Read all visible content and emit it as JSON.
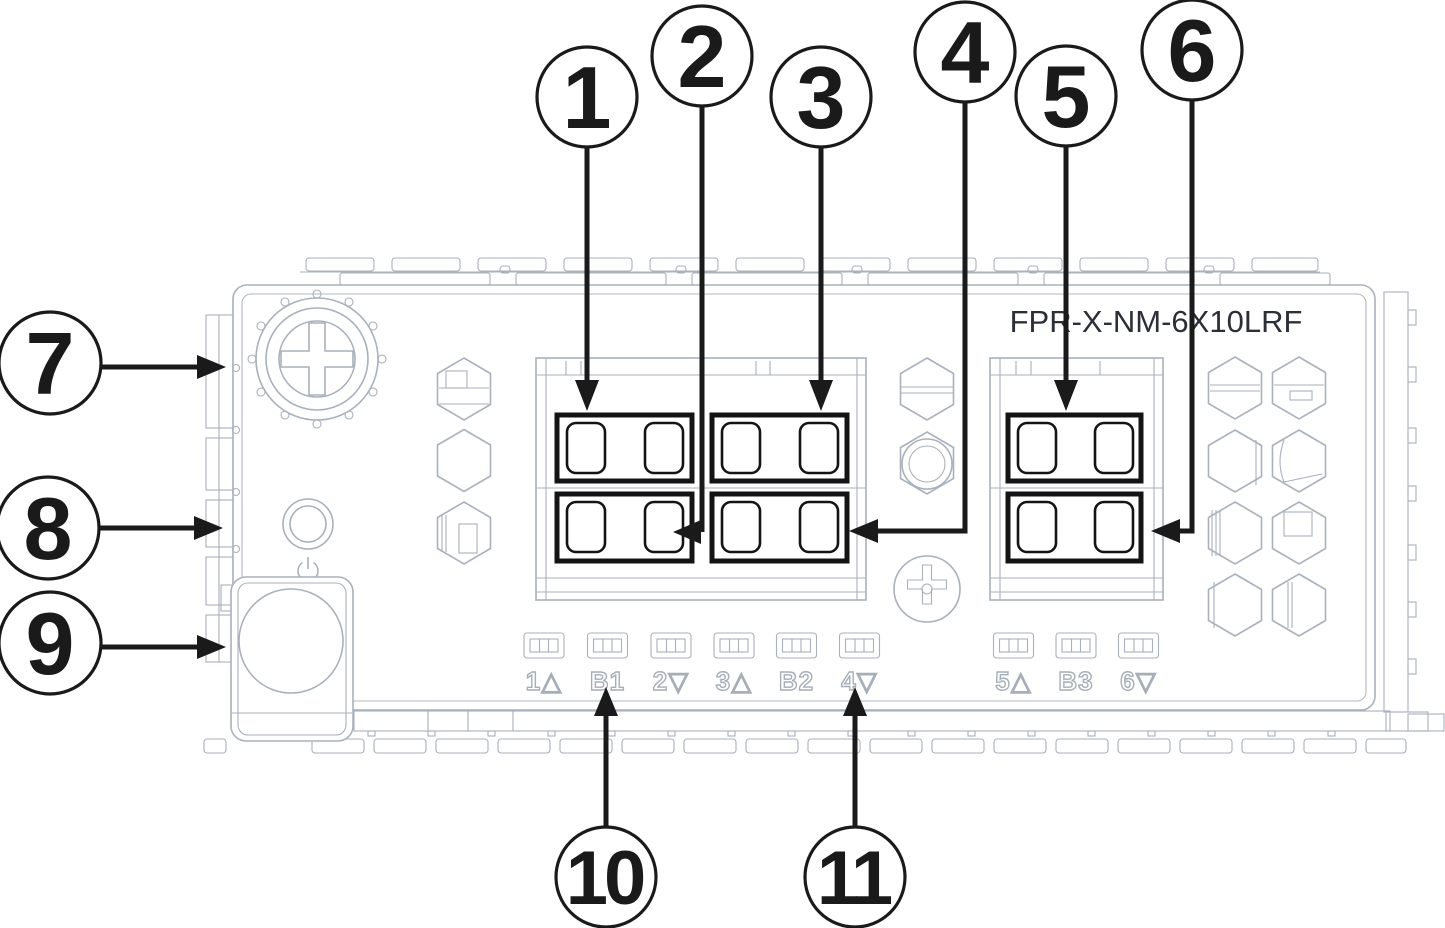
{
  "diagram": {
    "product_label": "FPR-X-NM-6X10LRF",
    "callouts": [
      {
        "label": "1"
      },
      {
        "label": "2"
      },
      {
        "label": "3"
      },
      {
        "label": "4"
      },
      {
        "label": "5"
      },
      {
        "label": "6"
      },
      {
        "label": "7"
      },
      {
        "label": "8"
      },
      {
        "label": "9"
      },
      {
        "label": "10"
      },
      {
        "label": "11"
      }
    ],
    "port_leds": {
      "labels": [
        "1△",
        "B1",
        "2▽",
        "3△",
        "B2",
        "4▽",
        "5△",
        "B3",
        "6▽"
      ]
    },
    "colors": {
      "module_line_gray": "#a9b1bb",
      "callout_black": "#1a1a1a",
      "product_label_text": "#2c3036"
    }
  }
}
